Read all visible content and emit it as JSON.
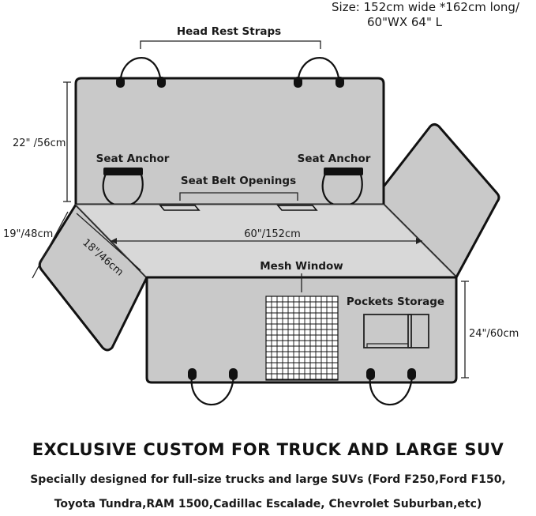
{
  "size": {
    "line1": "Size: 152cm wide *162cm long/",
    "line2": "60\"WX 64\" L"
  },
  "labels": {
    "head_rest_straps": "Head Rest Straps",
    "seat_anchor_left": "Seat Anchor",
    "seat_anchor_right": "Seat Anchor",
    "seat_belt_openings": "Seat Belt Openings",
    "mesh_window": "Mesh Window",
    "pockets_storage": "Pockets Storage"
  },
  "dimensions": {
    "back_height": "22\" /56cm",
    "side_flap": "19\"/48cm",
    "seat_depth": "18\"/46cm",
    "width": "60\"/152cm",
    "front_height": "24\"/60cm"
  },
  "text": {
    "headline": "EXCLUSIVE CUSTOM FOR TRUCK AND LARGE SUV",
    "subline1": "Specially designed for full-size trucks and large SUVs (Ford F250,Ford F150,",
    "subline2": "Toyota Tundra,RAM 1500,Cadillac Escalade, Chevrolet Suburban,etc)"
  },
  "colors": {
    "panel": "#c9c9c9",
    "seat": "#d8d8d8",
    "outline": "#111111"
  }
}
